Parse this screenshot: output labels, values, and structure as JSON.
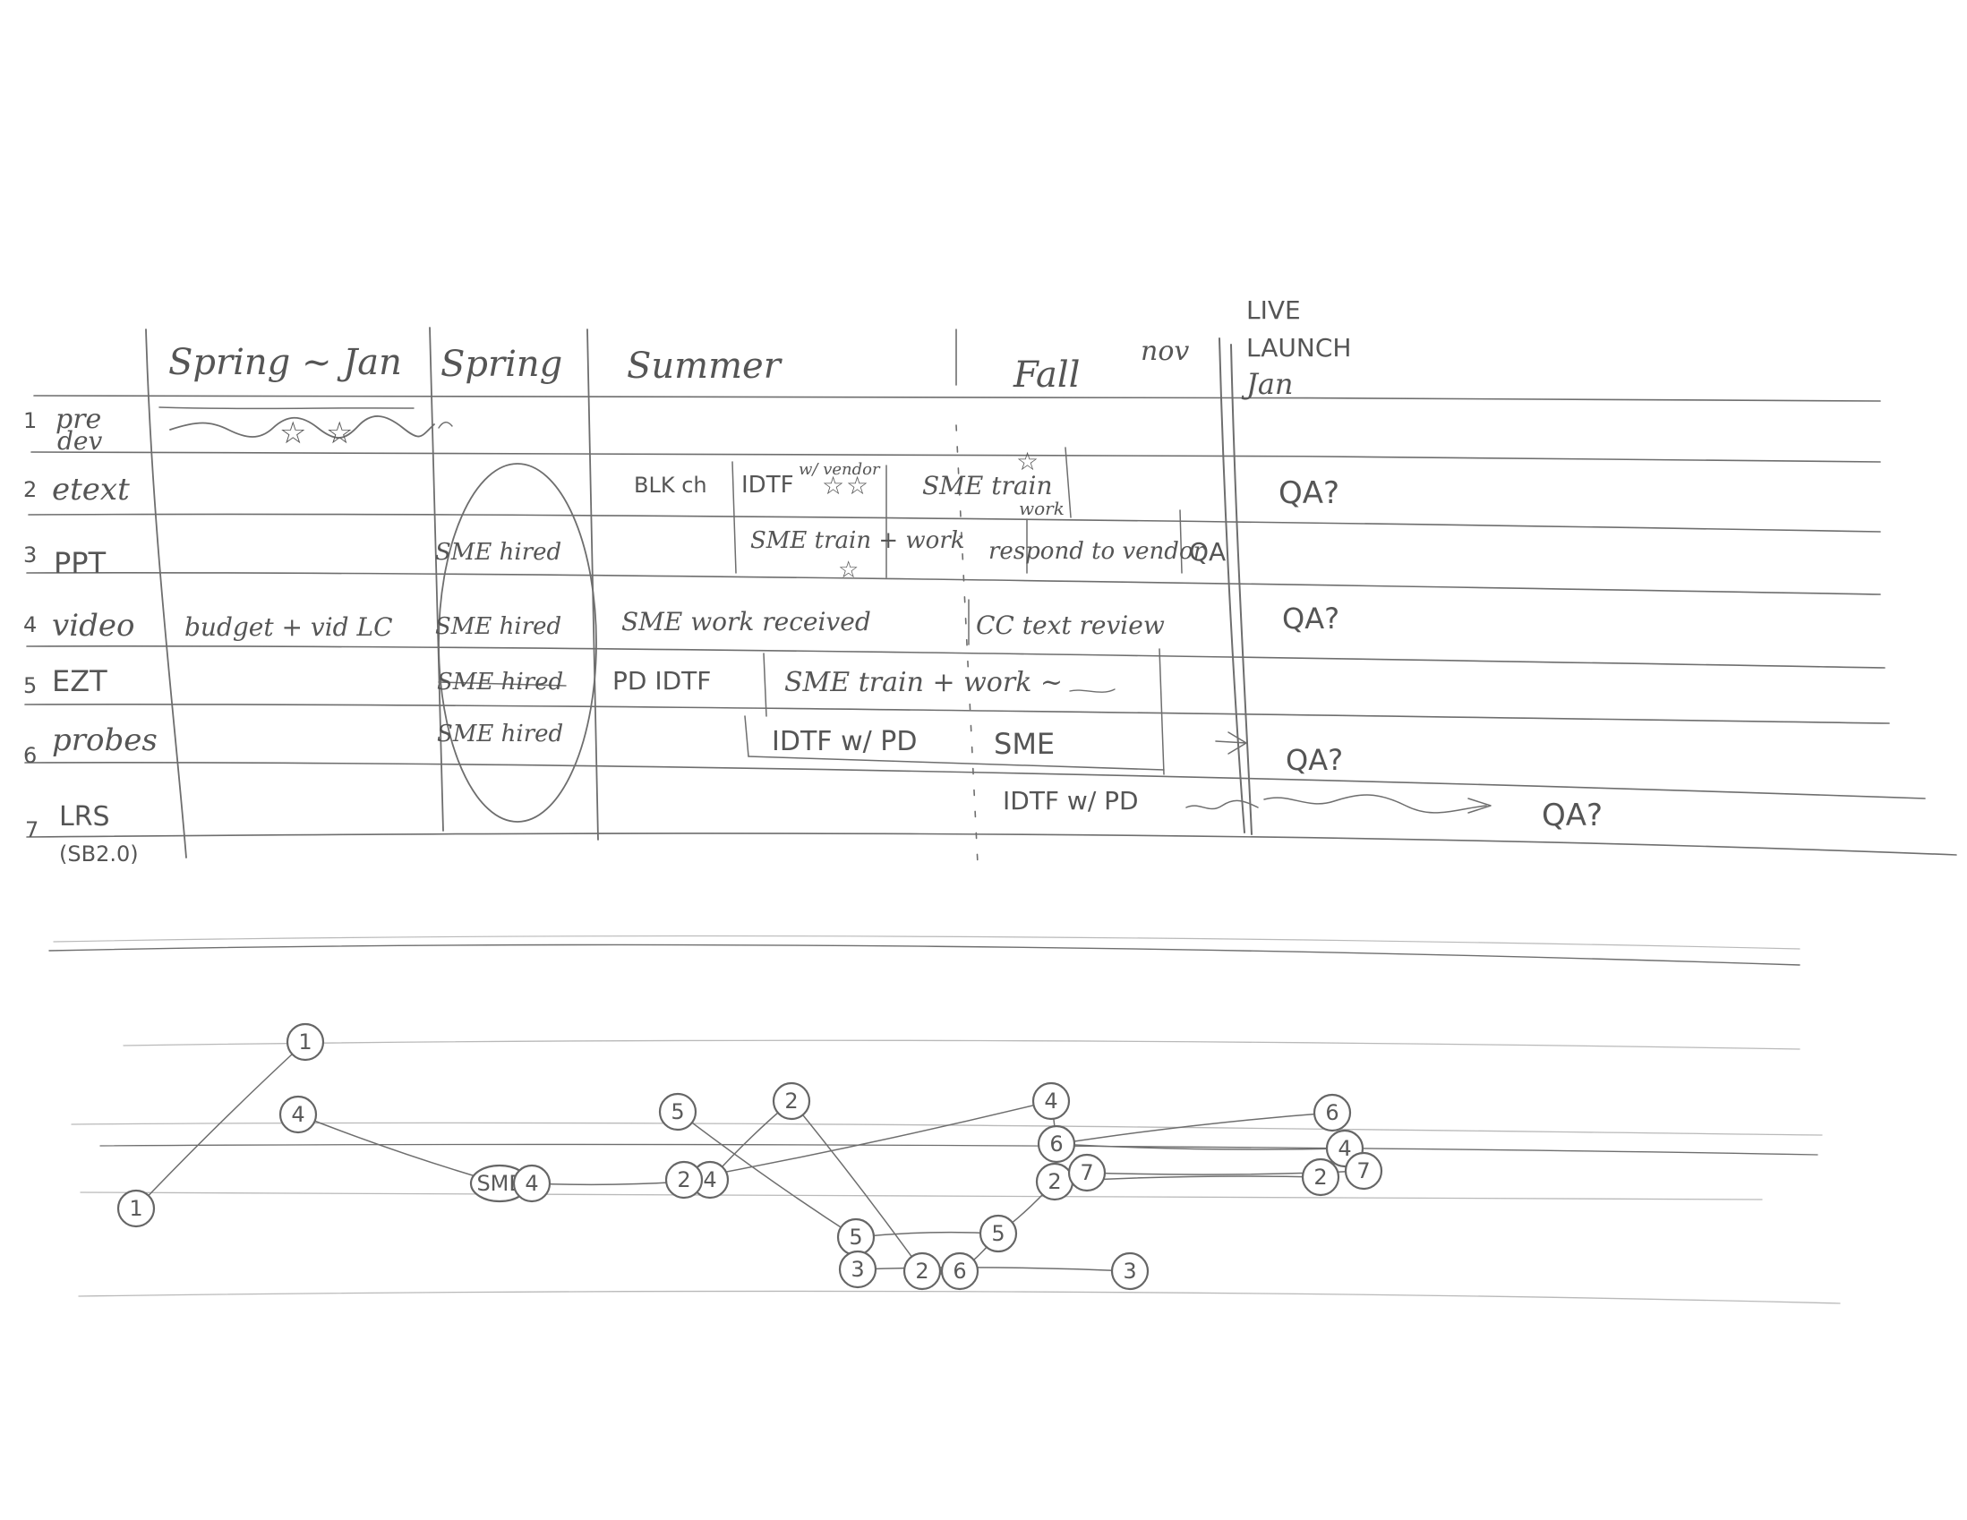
{
  "schedule": {
    "periods": [
      {
        "label": "Spring ~ Jan"
      },
      {
        "label": "Spring"
      },
      {
        "label": "Summer"
      },
      {
        "label": "Fall"
      },
      {
        "label": "nov"
      },
      {
        "label": "LIVE"
      },
      {
        "label": "LAUNCH"
      },
      {
        "label": "Jan"
      }
    ],
    "rows": [
      {
        "num": "1",
        "name": "pre",
        "name2": "dev"
      },
      {
        "num": "2",
        "name": "etext",
        "name2": ""
      },
      {
        "num": "3",
        "name": "PPT",
        "name2": ""
      },
      {
        "num": "4",
        "name": "video",
        "name2": ""
      },
      {
        "num": "5",
        "name": "EZT",
        "name2": ""
      },
      {
        "num": "6",
        "name": "probes",
        "name2": ""
      },
      {
        "num": "7",
        "name": "LRS",
        "name2": "(SB2.0)"
      }
    ],
    "cells": [
      {
        "text": "BLK ch"
      },
      {
        "text": "IDTF"
      },
      {
        "text": "w/ vendor"
      },
      {
        "text": "SME train"
      },
      {
        "text": "work"
      },
      {
        "text": "QA?"
      },
      {
        "text": "SME hired"
      },
      {
        "text": "SME train + work"
      },
      {
        "text": "respond to vendor"
      },
      {
        "text": "QA"
      },
      {
        "text": "budget + vid LC"
      },
      {
        "text": "SME hired"
      },
      {
        "text": "SME work received"
      },
      {
        "text": "CC text review"
      },
      {
        "text": "QA?"
      },
      {
        "text": "SME hired"
      },
      {
        "text": "PD IDTF"
      },
      {
        "text": "SME train + work ~"
      },
      {
        "text": "SME hired"
      },
      {
        "text": "IDTF w/ PD"
      },
      {
        "text": "SME"
      },
      {
        "text": "QA?"
      },
      {
        "text": "IDTF w/ PD"
      },
      {
        "text": "QA?"
      }
    ]
  },
  "timeline_nodes": [
    {
      "label": "1"
    },
    {
      "label": "1"
    },
    {
      "label": "4"
    },
    {
      "label": "SME"
    },
    {
      "label": "4"
    },
    {
      "label": "5"
    },
    {
      "label": "2"
    },
    {
      "label": "4"
    },
    {
      "label": "2"
    },
    {
      "label": "5"
    },
    {
      "label": "3"
    },
    {
      "label": "2"
    },
    {
      "label": "6"
    },
    {
      "label": "5"
    },
    {
      "label": "3"
    },
    {
      "label": "4"
    },
    {
      "label": "6"
    },
    {
      "label": "2"
    },
    {
      "label": "7"
    },
    {
      "label": "6"
    },
    {
      "label": "4"
    },
    {
      "label": "2"
    },
    {
      "label": "7"
    }
  ]
}
